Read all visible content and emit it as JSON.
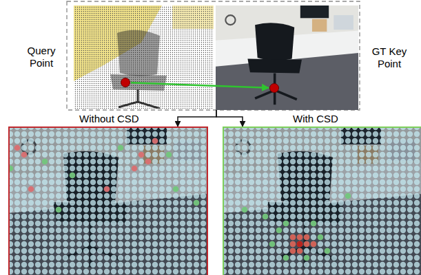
{
  "diagram": {
    "nodes": [
      {
        "text": [
          "Query Point"
        ]
      },
      {
        "text": [
          "GT Key Point"
        ]
      },
      {
        "text": [
          "Without CSD"
        ]
      },
      {
        "text": [
          "With CSD"
        ]
      }
    ],
    "edges": [
      {
        "from": 0,
        "to": 1,
        "arrow": "to"
      },
      {
        "from": 1,
        "to": 2,
        "arrow": "to"
      },
      {
        "from": 1,
        "to": 3,
        "arrow": "to"
      }
    ]
  }
}
